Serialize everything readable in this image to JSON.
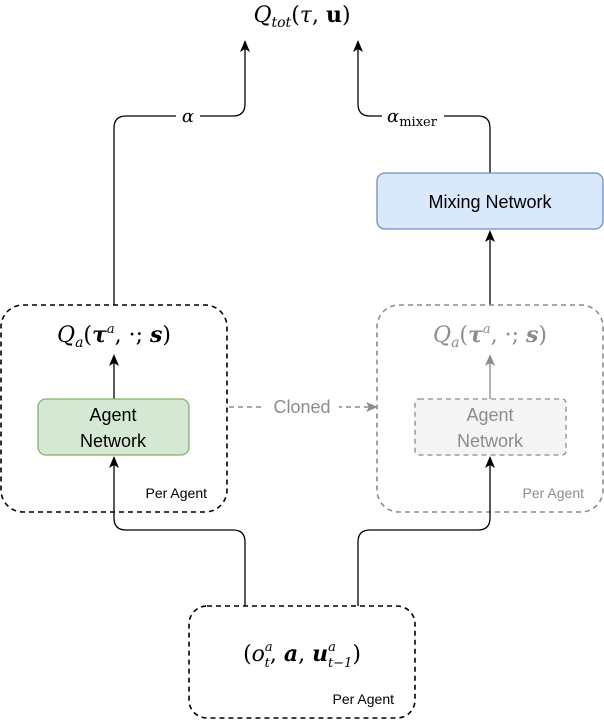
{
  "output": {
    "q_tot": {
      "base": "Q",
      "sub": "tot",
      "args_open": "(",
      "tau": "τ",
      "comma": ", ",
      "u": "u",
      "args_close": ")"
    }
  },
  "left_edge_label": "α",
  "right_edge_label": {
    "base": "α",
    "sub": "mixer"
  },
  "mixing_network": {
    "label": "Mixing Network"
  },
  "left_group": {
    "q_a": {
      "base": "Q",
      "sub": "a",
      "open": "(",
      "tau": "τ",
      "sup": "a",
      "rest": ", ·; ",
      "s": "s",
      "close": ")"
    },
    "agent_network": {
      "line1": "Agent",
      "line2": "Network"
    },
    "per_agent": "Per Agent"
  },
  "right_group": {
    "q_a": {
      "base": "Q",
      "sub": "a",
      "open": "(",
      "tau": "τ",
      "sup": "a",
      "rest": ", ·; ",
      "s": "s",
      "close": ")"
    },
    "agent_network": {
      "line1": "Agent",
      "line2": "Network"
    },
    "per_agent": "Per Agent"
  },
  "cloned_label": "Cloned",
  "input": {
    "open": "(",
    "o": "o",
    "o_sup": "a",
    "o_sub": "t",
    "sep1": ", ",
    "a": "a",
    "sep2": ", ",
    "u": "u",
    "u_sup": "a",
    "u_sub": "t−1",
    "close": ")",
    "per_agent": "Per Agent"
  },
  "colors": {
    "agent_fill": "#d5e8d4",
    "agent_stroke": "#82b366",
    "mixing_fill": "#dae8fc",
    "mixing_stroke": "#6c8ebf",
    "cloned_fill": "#f5f5f5",
    "cloned_stroke": "#888888"
  }
}
